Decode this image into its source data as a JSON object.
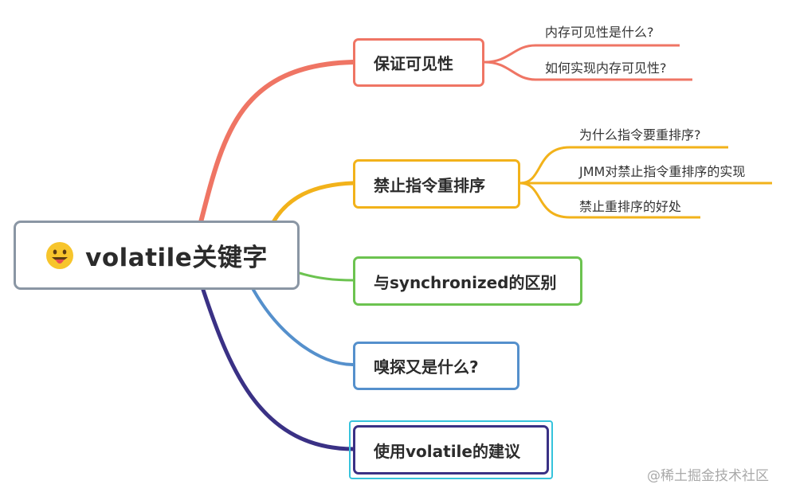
{
  "root": {
    "title": "volatile关键字",
    "emoji": "grinning-face-with-tongue"
  },
  "branches": [
    {
      "label": "保证可见性",
      "color": "#ef7564",
      "children": [
        "内存可见性是什么?",
        "如何实现内存可见性?"
      ]
    },
    {
      "label": "禁止指令重排序",
      "color": "#f2b21a",
      "children": [
        "为什么指令要重排序?",
        "JMM对禁止指令重排序的实现",
        "禁止重排序的好处"
      ]
    },
    {
      "label": "与synchronized的区别",
      "color": "#6cc350",
      "children": []
    },
    {
      "label": "嗅探又是什么?",
      "color": "#5590cc",
      "children": []
    },
    {
      "label": "使用volatile的建议",
      "color": "#3a3185",
      "children": []
    }
  ],
  "watermark": "@稀土掘金技术社区"
}
